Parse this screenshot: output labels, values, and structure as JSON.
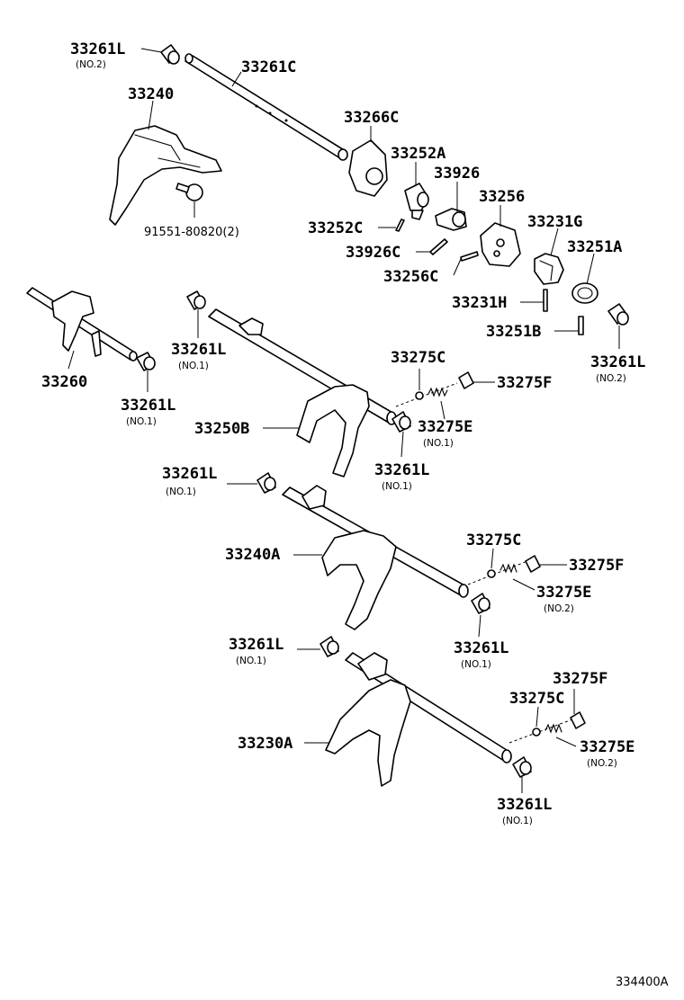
{
  "labels": {
    "l_33261L_top": "33261L",
    "l_33261L_top_sub": "(NO.2)",
    "l_33261C": "33261C",
    "l_33240": "33240",
    "l_33266C": "33266C",
    "l_33252A": "33252A",
    "l_33926": "33926",
    "l_33256": "33256",
    "l_33231G": "33231G",
    "l_33252C": "33252C",
    "l_91551": "91551-80820(2)",
    "l_33926C": "33926C",
    "l_33251A": "33251A",
    "l_33256C": "33256C",
    "l_33231H": "33231H",
    "l_33251B": "33251B",
    "l_33261L_r": "33261L",
    "l_33261L_r_sub": "(NO.2)",
    "l_33260": "33260",
    "l_33261L_a": "33261L",
    "l_33261L_a_sub": "(NO.1)",
    "l_33261L_b": "33261L",
    "l_33261L_b_sub": "(NO.1)",
    "l_33275C_1": "33275C",
    "l_33275F_1": "33275F",
    "l_33275E_1": "33275E",
    "l_33275E_1_sub": "(NO.1)",
    "l_33250B": "33250B",
    "l_33261L_c": "33261L",
    "l_33261L_c_sub": "(NO.1)",
    "l_33261L_d": "33261L",
    "l_33261L_d_sub": "(NO.1)",
    "l_33240A": "33240A",
    "l_33275C_2": "33275C",
    "l_33275F_2": "33275F",
    "l_33275E_2": "33275E",
    "l_33275E_2_sub": "(NO.2)",
    "l_33261L_e": "33261L",
    "l_33261L_e_sub": "(NO.1)",
    "l_33261L_f": "33261L",
    "l_33261L_f_sub": "(NO.1)",
    "l_33275F_3": "33275F",
    "l_33275C_3": "33275C",
    "l_33230A": "33230A",
    "l_33275E_3": "33275E",
    "l_33275E_3_sub": "(NO.2)",
    "l_33261L_g": "33261L",
    "l_33261L_g_sub": "(NO.1)"
  },
  "figure_code": "334400A"
}
